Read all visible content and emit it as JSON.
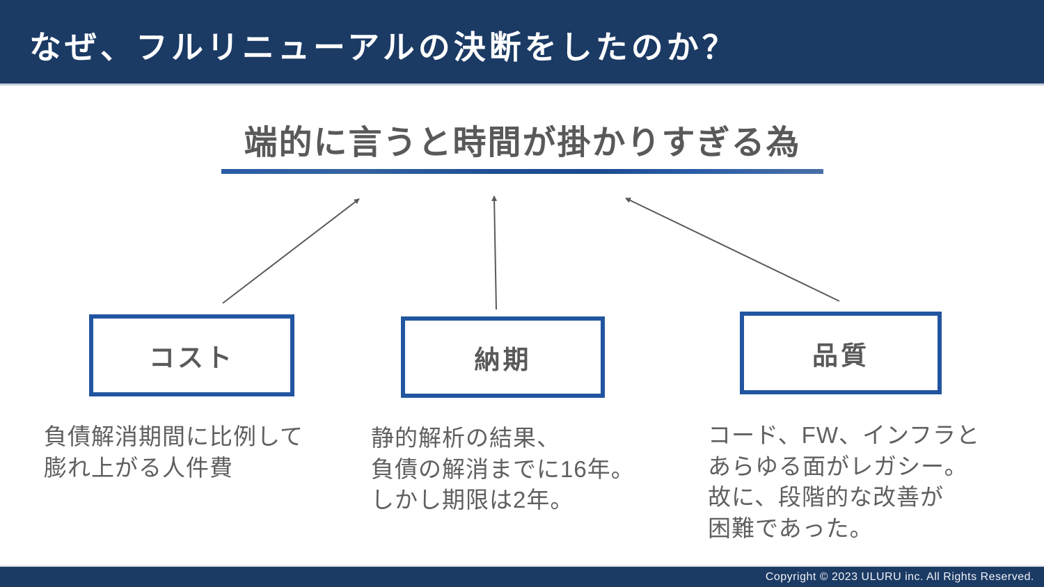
{
  "header": {
    "title": "なぜ、フルリニューアルの決断をしたのか？"
  },
  "main": {
    "conclusion": "端的に言うと時間が掛かりすぎる為",
    "factors": [
      {
        "label": "コスト",
        "description": "負債解消期間に比例して\n膨れ上がる人件費"
      },
      {
        "label": "納期",
        "description": "静的解析の結果、\n負債の解消までに16年。\nしかし期限は2年。"
      },
      {
        "label": "品質",
        "description": "コード、FW、インフラと\nあらゆる面がレガシー。\n故に、段階的な改善が\n困難であった。"
      }
    ]
  },
  "footer": {
    "copyright": "Copyright © 2023 ULURU inc. All Rights Reserved."
  },
  "colors": {
    "header_bg": "#1b3a64",
    "box_border": "#2155a0",
    "underline_blue": "#2a5ca8",
    "text_gray": "#595959",
    "arrow_gray": "#595959"
  }
}
